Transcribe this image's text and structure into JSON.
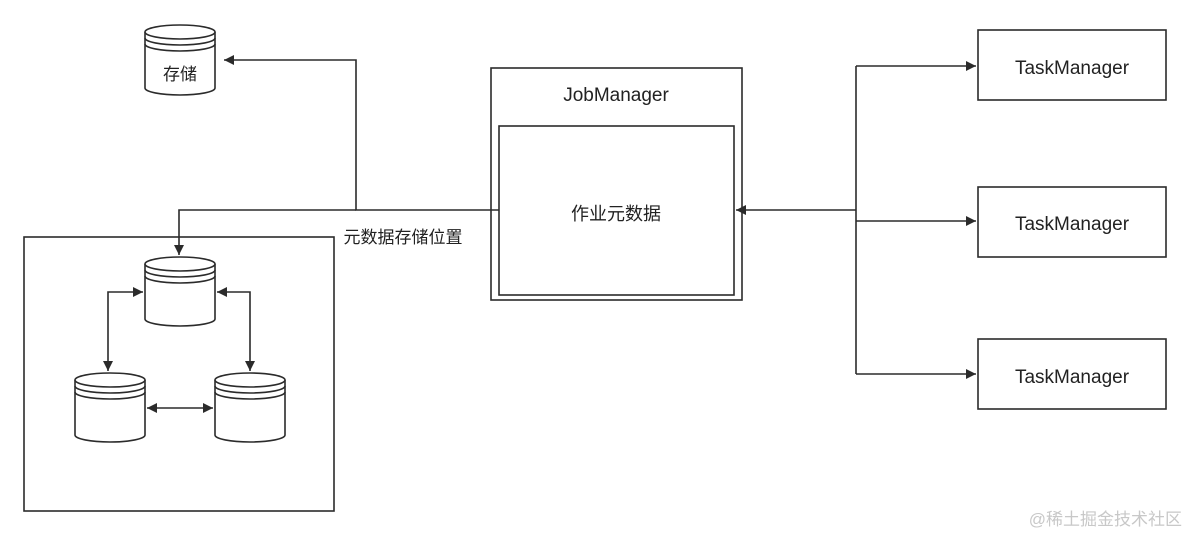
{
  "storage": {
    "label": "存储"
  },
  "job_manager": {
    "title": "JobManager",
    "inner_label": "作业元数据"
  },
  "metadata_edge": {
    "label": "元数据存储位置"
  },
  "task_managers": [
    {
      "label": "TaskManager"
    },
    {
      "label": "TaskManager"
    },
    {
      "label": "TaskManager"
    }
  ],
  "watermark": {
    "text": "@稀土掘金技术社区"
  },
  "colors": {
    "stroke": "#2b2b2b",
    "text": "#222222",
    "watermark": "#c8c8c8"
  }
}
